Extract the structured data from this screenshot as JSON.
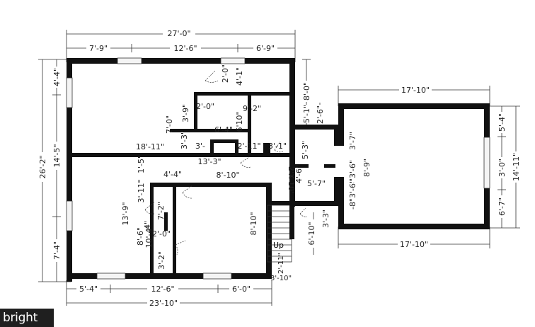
{
  "dimensions": {
    "top_overall": "27'-0\"",
    "top_seg1": "7'-9\"",
    "top_seg2": "12'-6\"",
    "top_seg3": "6'-9\"",
    "bottom_overall": "23'-10\"",
    "bottom_seg1": "5'-4\"",
    "bottom_seg2": "12'-6\"",
    "bottom_seg3": "6'-0\"",
    "left_overall": "26'-2\"",
    "left_seg1": "4'-4\"",
    "left_seg2": "14'-5\"",
    "left_seg3": "7'-4\"",
    "garage_top": "17'-10\"",
    "garage_bottom": "17'-10\"",
    "garage_right_overall": "14'-11\"",
    "garage_right_seg1": "5'-4\"",
    "garage_right_seg2": "3'-0\"",
    "garage_right_seg3": "6'-7\"",
    "link_8_0": "8'-0\"",
    "link_5_1": "5'-1\"",
    "link_2_6": "2'-6\"",
    "link_5_3": "5'-3\"",
    "link_3_7": "3'-7\"",
    "link_8_9": "8'-9\"",
    "link_8_3_6": "8\"3'-6\"",
    "link_5_7": "5'-7\"",
    "link_8_3_6b": "-8\"3'-6\"",
    "link_6_10": "6'-10\"",
    "link_3_3": "3'-3\"",
    "i_2_0_a": "2'-0\"",
    "i_4_1": "4'-1\"",
    "i_3_9": "3'-9\"",
    "i_2_0_b": "2'-0\"",
    "i_9_2": "9'-2\"",
    "i_7_0": "7'-0\"",
    "i_6_10": "6'10\"",
    "i_3_3": "3'-3\"",
    "i_6_4": "6'-4\"",
    "i_18_11": "18'-11\"",
    "i_3_": "3'-",
    "i_2_11": "2'-11\"",
    "i_3_1": "3'-1\"",
    "i_1_5": "1'-5\"",
    "i_13_3": "13'-3\"",
    "i_4_4": "4'-4\"",
    "i_8_10": "8'-10\"",
    "i_3_11": "3'-11\"",
    "i_2_x_10": "2'X 10'",
    "i_4_6": "4'-6\"",
    "i_13_9": "13'-9\"",
    "i_7_2": "7'-2\"",
    "i_4_": "4\"",
    "i_2_0_c": "2'-0\"",
    "i_8_6": "8'-6\"",
    "i_10_4": "10'-4\"",
    "i_3_2": "3'-2\"",
    "i_8_10_v": "8'-10\"",
    "stairs_up": "Up",
    "stairs_3_10": "3'-10\"",
    "stairs_2_11": "2'-11\""
  },
  "watermark": {
    "brand": "bright"
  },
  "colors": {
    "wall": "#111111",
    "line": "#333333",
    "background": "#ffffff",
    "badge_bg": "#1f1f1f",
    "badge_text": "#ffffff"
  }
}
